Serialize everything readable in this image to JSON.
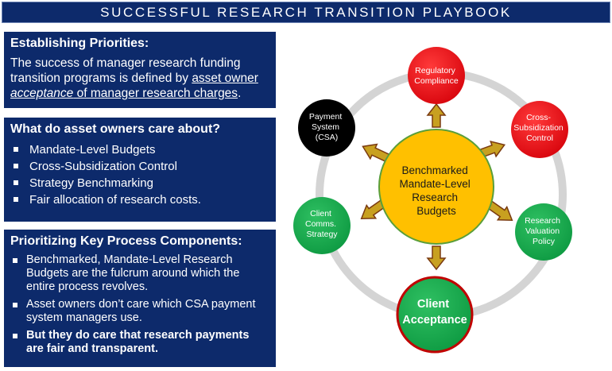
{
  "banner": {
    "title": "SUCCESSFUL RESEARCH TRANSITION PLAYBOOK"
  },
  "section1": {
    "heading": "Establishing Priorities:",
    "text_before": "The success of manager research funding transition programs is defined by ",
    "underline_plain": "asset owner ",
    "underline_italic": "acceptance",
    "underline_rest": " of manager research charges",
    "text_after": "."
  },
  "section2": {
    "heading": "What do asset owners care about?",
    "items": [
      "Mandate-Level Budgets",
      "Cross-Subsidization Control",
      "Strategy Benchmarking",
      "Fair allocation of research costs."
    ]
  },
  "section3": {
    "heading": "Prioritizing Key Process Components:",
    "items": [
      "Benchmarked, Mandate-Level Research Budgets are the fulcrum around which the entire process revolves.",
      "Asset owners don’t care which CSA payment system managers use.",
      "But they do care that research payments are fair and transparent."
    ]
  },
  "diagram": {
    "center": [
      "Benchmarked",
      "Mandate-Level",
      "Research",
      "Budgets"
    ],
    "nodes": {
      "regulatory": [
        "Regulatory",
        "Compliance"
      ],
      "cross_subsidization": [
        "Cross-",
        "Subsidization",
        "Control"
      ],
      "research_valuation": [
        "Research",
        "Valuation",
        "Policy"
      ],
      "client_acceptance": [
        "Client",
        "Acceptance"
      ],
      "client_comms": [
        "Client",
        "Comms.",
        "Strategy"
      ],
      "payment_system": [
        "Payment",
        "System",
        "(CSA)"
      ]
    },
    "colors": {
      "red": "#e8131b",
      "green": "#14a84b",
      "black": "#000000",
      "yellow": "#ffc000",
      "ring": "#d4d4d4",
      "arrow_fill": "#c8a020",
      "arrow_stroke": "#7a3a10",
      "navy": "#0d2a6b"
    }
  }
}
